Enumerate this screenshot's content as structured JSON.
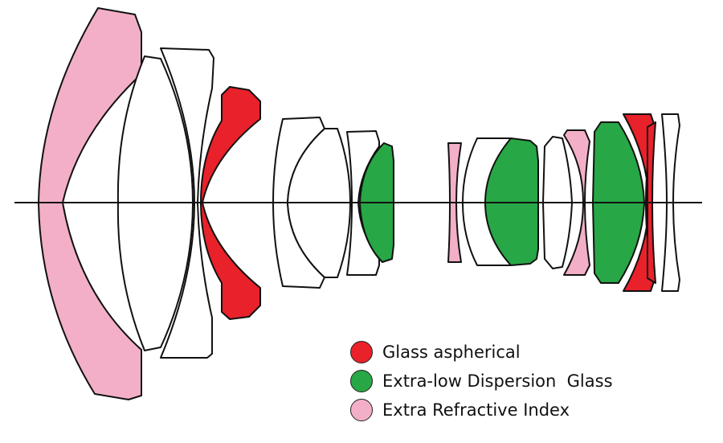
{
  "colors": {
    "aspherical": "#e8212b",
    "ed_glass": "#27a745",
    "high_index": "#f4afc8",
    "plain": "#ffffff",
    "stroke": "#111111"
  },
  "legend": [
    {
      "label": "Glass aspherical",
      "color_key": "aspherical"
    },
    {
      "label": "Extra-low Dispersion  Glass",
      "color_key": "ed_glass"
    },
    {
      "label": "Extra Refractive Index",
      "color_key": "high_index"
    }
  ]
}
